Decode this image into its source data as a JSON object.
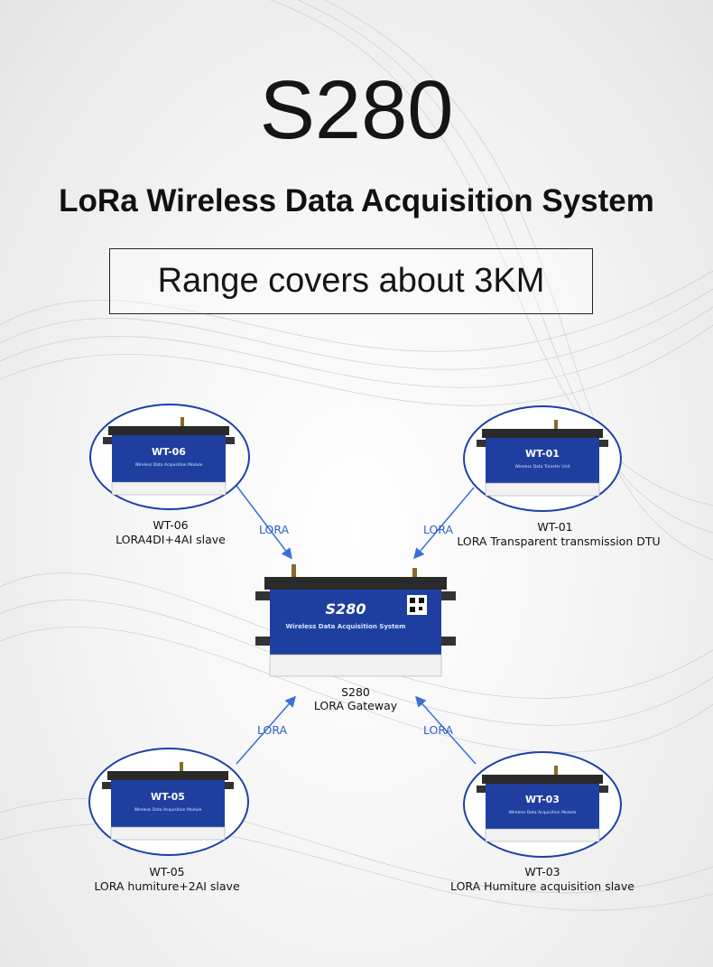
{
  "header": {
    "title": "S280",
    "subtitle": "LoRa Wireless Data Acquisition System",
    "range": "Range covers about 3KM"
  },
  "link_label": "LORA",
  "nodes": {
    "wt06": {
      "device": "WT-06",
      "module_text": "Wireless Data Acquisition Module",
      "caption1": "WT-06",
      "caption2": "LORA4DI+4AI slave"
    },
    "wt01": {
      "device": "WT-01",
      "module_text": "Wireless Data Transfer Unit",
      "caption1": "WT-01",
      "caption2": "LORA Transparent transmission DTU"
    },
    "s280": {
      "device": "S280",
      "module_text": "Wireless Data Acquisition System",
      "caption1": "S280",
      "caption2": "LORA Gateway"
    },
    "wt05": {
      "device": "WT-05",
      "module_text": "Wireless Data Acquisition Module",
      "caption1": "WT-05",
      "caption2": "LORA humiture+2AI slave"
    },
    "wt03": {
      "device": "WT-03",
      "module_text": "Wireless Data Acquisition Module",
      "caption1": "WT-03",
      "caption2": "LORA Humiture acquisition slave"
    }
  },
  "colors": {
    "ellipse_border": "#1e3fa8",
    "device_blue": "#1f3fa0",
    "arrow": "#3a6fd8",
    "lora_text": "#2f5fc4"
  }
}
